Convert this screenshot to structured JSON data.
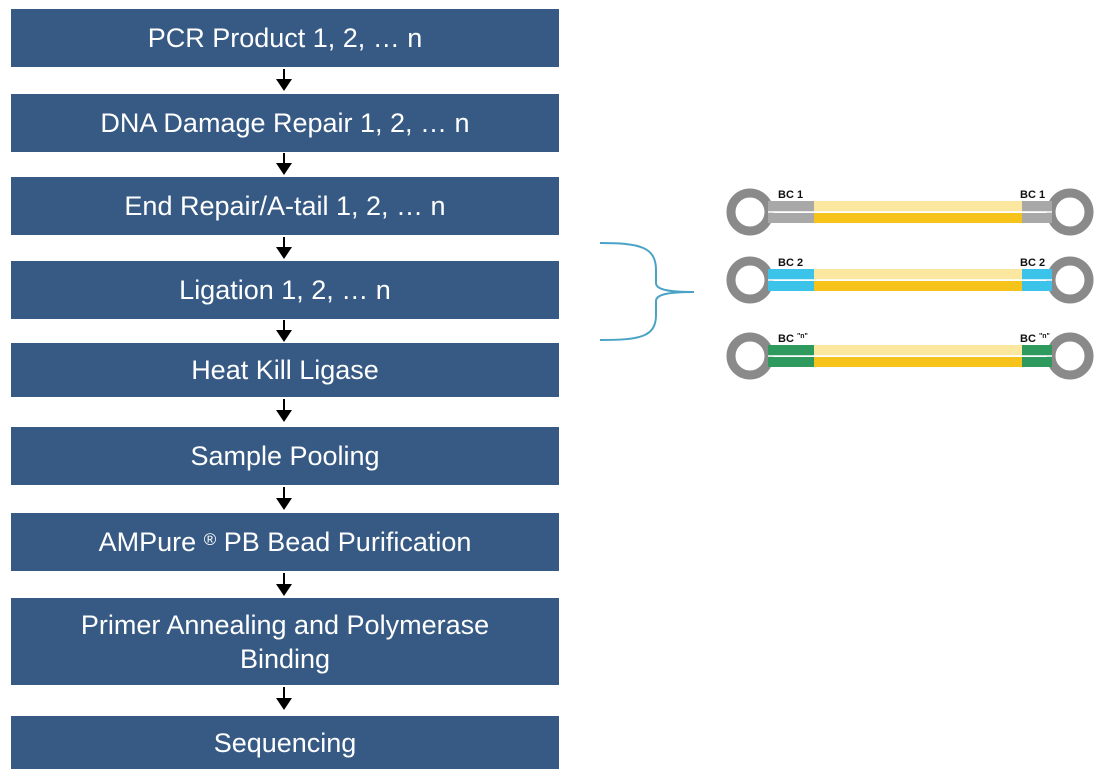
{
  "steps": [
    {
      "label": "PCR Product 1, 2, … n"
    },
    {
      "label": "DNA Damage Repair 1, 2, … n"
    },
    {
      "label": "End Repair/A-tail 1, 2, … n"
    },
    {
      "label": "Ligation 1, 2, … n"
    },
    {
      "label": "Heat Kill Ligase"
    },
    {
      "label": "Sample Pooling"
    },
    {
      "label_pre": "AMPure",
      "label_sup": "®",
      "label_post": " PB Bead Purification"
    },
    {
      "label_line1": "Primer Annealing and Polymerase",
      "label_line2": "Binding"
    },
    {
      "label": "Sequencing"
    }
  ],
  "molecules": [
    {
      "left_label": "BC 1",
      "right_label": "BC 1",
      "barcode_color": "#a8a8a8"
    },
    {
      "left_label": "BC 2",
      "right_label": "BC 2",
      "barcode_color": "#3cc3ea"
    },
    {
      "left_label": "BC ",
      "left_label_sup": "\"n\"",
      "right_label": "BC ",
      "right_label_sup": "\"n\"",
      "barcode_color": "#2f9a5e"
    }
  ],
  "colors": {
    "step_box": "#375a84",
    "step_text": "#ffffff",
    "insert_yellow": "#f6c31a",
    "insert_light": "#fbe7a0",
    "hairpin_gray": "#8a8a8a",
    "brace_blue": "#4aa3c6"
  }
}
